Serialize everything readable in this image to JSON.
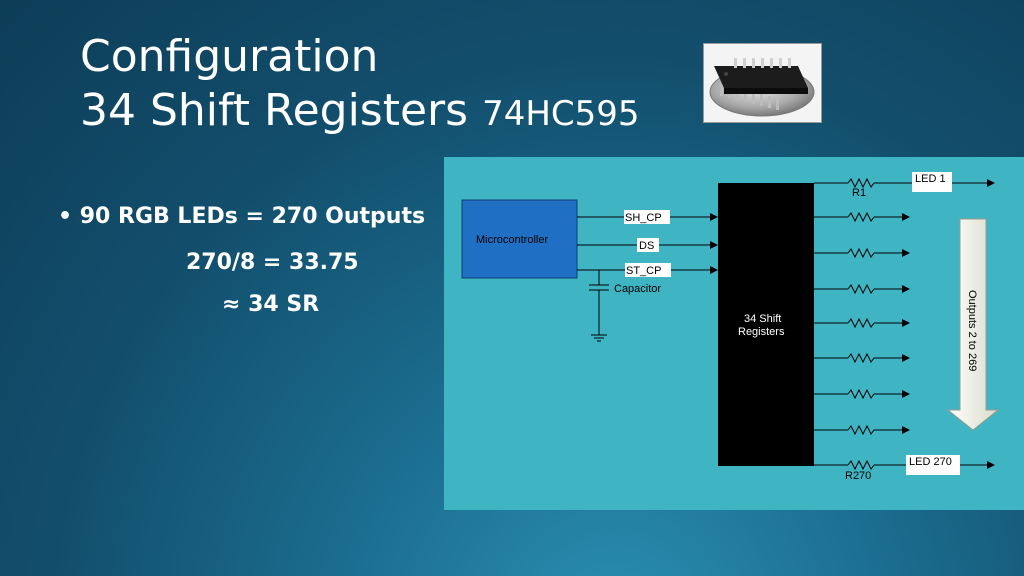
{
  "slide": {
    "title_line1": "Configuration",
    "title_line2": "34 Shift Registers",
    "title_suffix": "74HC595",
    "bullet": "90 RGB LEDs = 270 Outputs",
    "calc1": "270/8 = 33.75",
    "calc2": "≈ 34 SR"
  },
  "diagram": {
    "microcontroller": "Microcontroller",
    "sh_cp": "SH_CP",
    "ds": "DS",
    "st_cp": "ST_CP",
    "capacitor": "Capacitor",
    "shift_registers_line1": "34 Shift",
    "shift_registers_line2": "Registers",
    "led_first": "LED 1",
    "r_first": "R1",
    "led_last": "LED 270",
    "r_last": "R270",
    "outputs_range": "Outputs 2 to 269"
  },
  "colors": {
    "diagram_bg": "#3fb5c4",
    "microcontroller_fill": "#1f6fc5",
    "register_fill": "#000000"
  },
  "icons": {
    "chip_photo": "ic-chip-on-coin-photo"
  }
}
